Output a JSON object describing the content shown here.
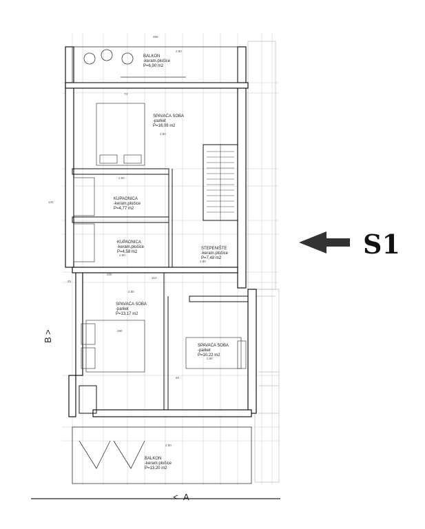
{
  "section_marker": {
    "label": "S1"
  },
  "axis_markers": {
    "bottom": "A",
    "left": "B"
  },
  "rooms": [
    {
      "name": "BALKON",
      "finish": "-keram.pločice",
      "area": "P=6,90 m2"
    },
    {
      "name": "SPAVAĆA SOBA",
      "finish": "-parket",
      "area": "P=16,09 m2"
    },
    {
      "name": "KUPAONICA",
      "finish": "-keram.pločice",
      "area": "P=4,77 m2"
    },
    {
      "name": "KUPAONICA",
      "finish": "-keram.pločice",
      "area": "P=4,58 m2"
    },
    {
      "name": "STEPENIŠTE",
      "finish": "-keram.pločice",
      "area": "P=7,48 m2"
    },
    {
      "name": "SPAVAĆA SOBA",
      "finish": "-parket",
      "area": "P=13,17 m2"
    },
    {
      "name": "SPAVAĆA SOBA",
      "finish": "-parket",
      "area": "P=10,22 m2"
    },
    {
      "name": "BALKON",
      "finish": "-keram.pločice",
      "area": "P=13,20 m2"
    }
  ],
  "dimensions": [
    "395",
    "200",
    "280",
    "60",
    "74",
    "210",
    "25",
    "120"
  ],
  "level_marks": [
    "2.80",
    "2.80",
    "2.80",
    "2.80",
    "2.80",
    "2.80",
    "2.80",
    "2.80"
  ]
}
